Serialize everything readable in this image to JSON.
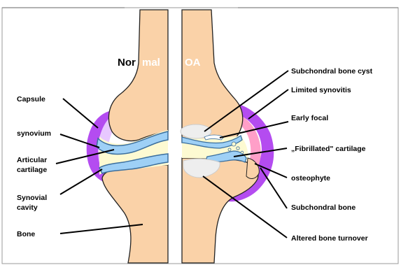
{
  "titles": {
    "normal_a": "Nor",
    "normal_b": "mal",
    "oa": "OA"
  },
  "labels_left": {
    "capsule": "Capsule",
    "synovium": "synovium",
    "articular_line1": "Articular",
    "articular_line2": "cartilage",
    "synovial_line1": "Synovial",
    "synovial_line2": "cavity",
    "bone": "Bone"
  },
  "labels_right": {
    "subchondral_cyst": "Subchondral bone cyst",
    "limited_synovitis": "Limited synovitis",
    "early_focal": "Early focal",
    "fibrillated": "„Fibrillated\" cartilage",
    "osteophyte": "osteophyte",
    "subchondral_bone": "Subchondral bone",
    "altered_turnover": "Altered bone turnover"
  },
  "colors": {
    "bone": "#fad2a8",
    "capsule": "#b44cf0",
    "synovium_normal": "#e8c8ff",
    "synovitis": "#ff9fc8",
    "cartilage": "#9ed0f6",
    "cartilage_outline": "#3b6f9e",
    "cavity": "#fdfad2",
    "lesion": "#eeeeee",
    "lines": "#000000"
  }
}
